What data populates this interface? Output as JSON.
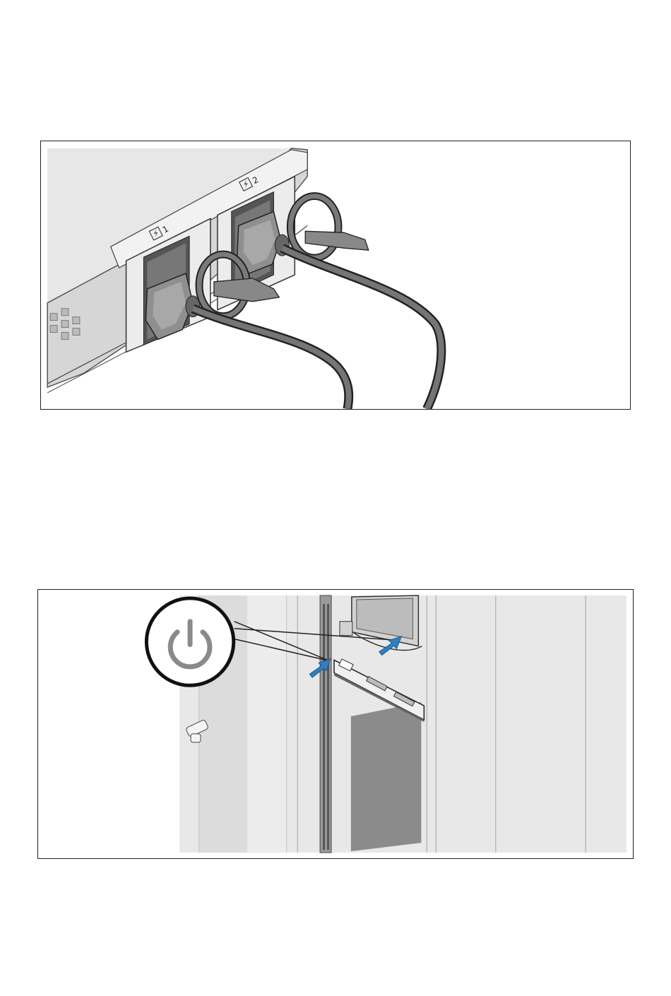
{
  "figures": [
    {
      "id": "power-cable-connection",
      "psu_labels": [
        "1",
        "2"
      ]
    },
    {
      "id": "power-on-system",
      "callout_icon": "power-button-icon",
      "arrow_color": "#2f7fc1"
    }
  ]
}
